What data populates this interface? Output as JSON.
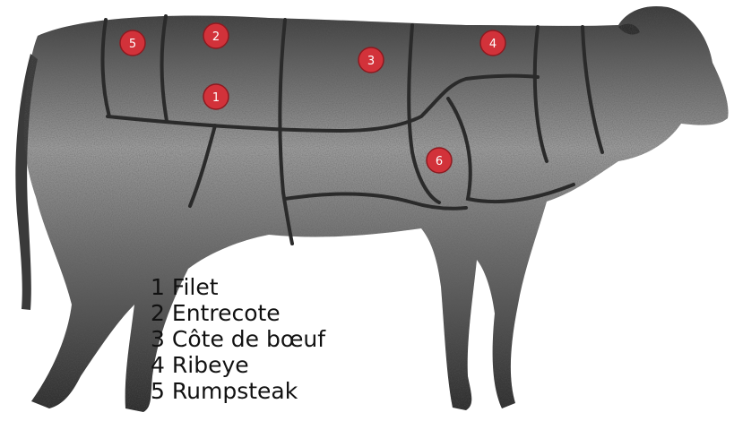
{
  "colors": {
    "marker_fill": "#d2323a",
    "marker_stroke": "#8c1a20",
    "cut_lines": "#2a2a2a",
    "hide_dark": "#2d2d2d",
    "hide_light": "#a8a8a8"
  },
  "markers": [
    {
      "number": "1"
    },
    {
      "number": "2"
    },
    {
      "number": "3"
    },
    {
      "number": "4"
    },
    {
      "number": "5"
    },
    {
      "number": "6"
    }
  ],
  "legend": [
    {
      "number": "1",
      "name": "Filet"
    },
    {
      "number": "2",
      "name": "Entrecote"
    },
    {
      "number": "3",
      "name": "Côte de bœuf"
    },
    {
      "number": "4",
      "name": "Ribeye"
    },
    {
      "number": "5",
      "name": "Rumpsteak"
    }
  ]
}
